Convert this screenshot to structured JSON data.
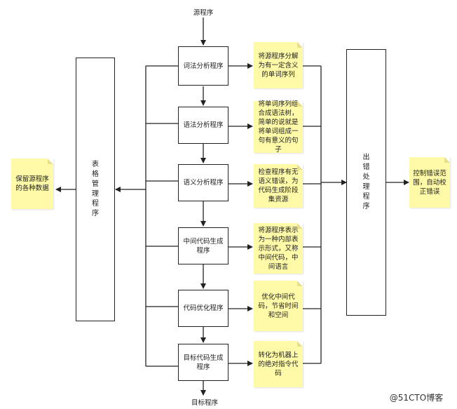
{
  "diagram": {
    "input_label": "源程序",
    "output_label": "目标程序",
    "table_manager": "表格管理程序",
    "error_handler": "出错处理程序",
    "left_note": "保留源程序的各种数据",
    "right_note": "控制错误范围，自动校正错误",
    "stages": [
      {
        "label": "词法分析程序",
        "note": "将源程序分解为有一定含义的单词序列"
      },
      {
        "label": "语法分析程序",
        "note": "将单词序列组合成语法树，简单的说就是将单词组成一句有意义的句子"
      },
      {
        "label": "语义分析程序",
        "note": "检查程序有无语义错误，为代码生成阶段集资源"
      },
      {
        "label": "中间代码生成程序",
        "note": "将源程序表示为一种内部表示形式，又称中间代码，中间语言"
      },
      {
        "label": "代码优化程序",
        "note": "优化中间代码，节省时间和空间"
      },
      {
        "label": "目标代码生成程序",
        "note": "转化为机器上的绝对指令代码"
      }
    ],
    "watermark": "@51CTO博客"
  }
}
